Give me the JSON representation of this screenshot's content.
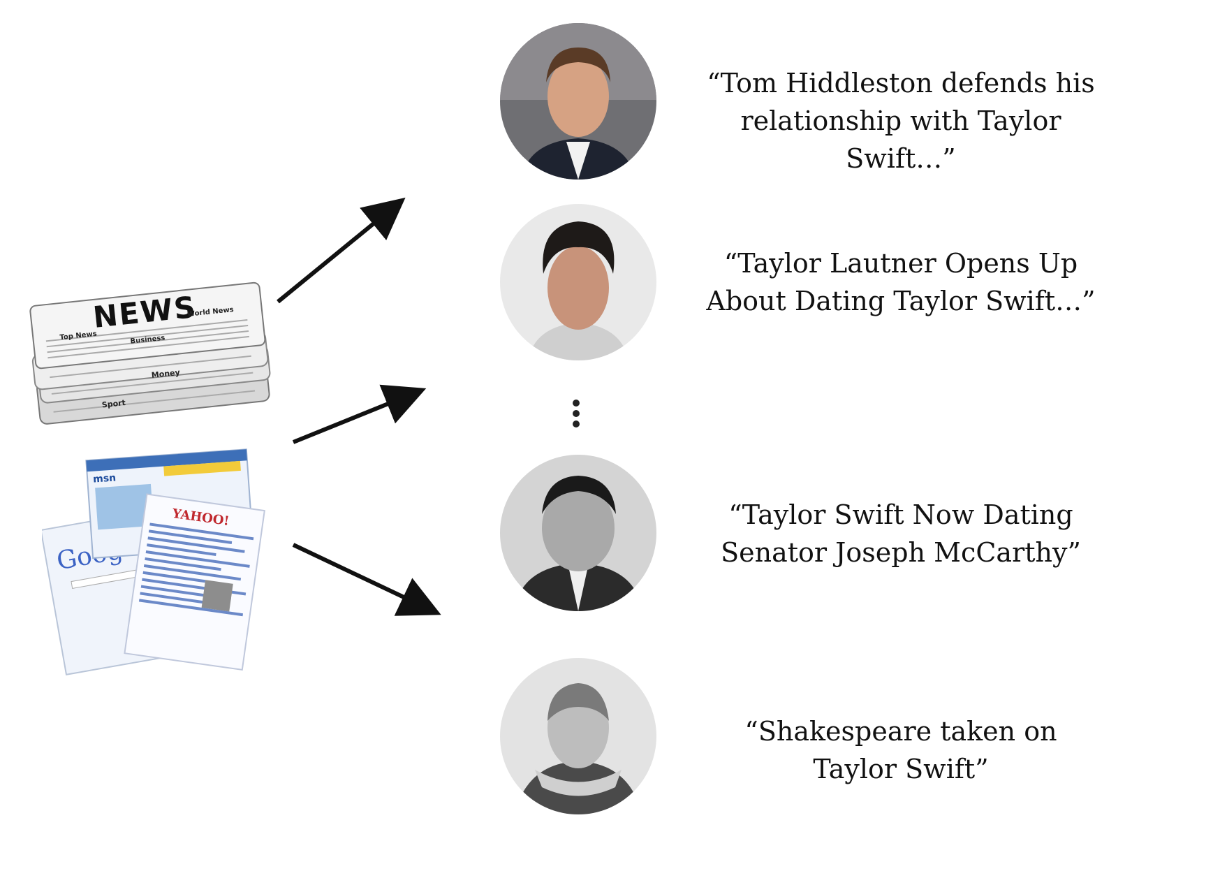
{
  "sources": {
    "newspaper": {
      "masthead": "NEWS",
      "sections": [
        "Top News",
        "Business",
        "World News",
        "Money",
        "Sport"
      ]
    },
    "webpages": {
      "logos": [
        "msn",
        "YAHOO!",
        "Goog"
      ]
    }
  },
  "headlines": [
    {
      "lines": [
        "“Tom Hiddleston defends his",
        "relationship with Taylor",
        "Swift…”"
      ]
    },
    {
      "lines": [
        "“Taylor Lautner Opens Up",
        "About Dating Taylor Swift…”"
      ]
    },
    {
      "lines": [
        "“Taylor Swift Now Dating",
        "Senator Joseph McCarthy”"
      ]
    },
    {
      "lines": [
        "“Shakespeare taken on",
        "Taylor Swift”"
      ]
    }
  ],
  "colors": {
    "arrow": "#111111",
    "text": "#111111",
    "background": "#ffffff"
  }
}
